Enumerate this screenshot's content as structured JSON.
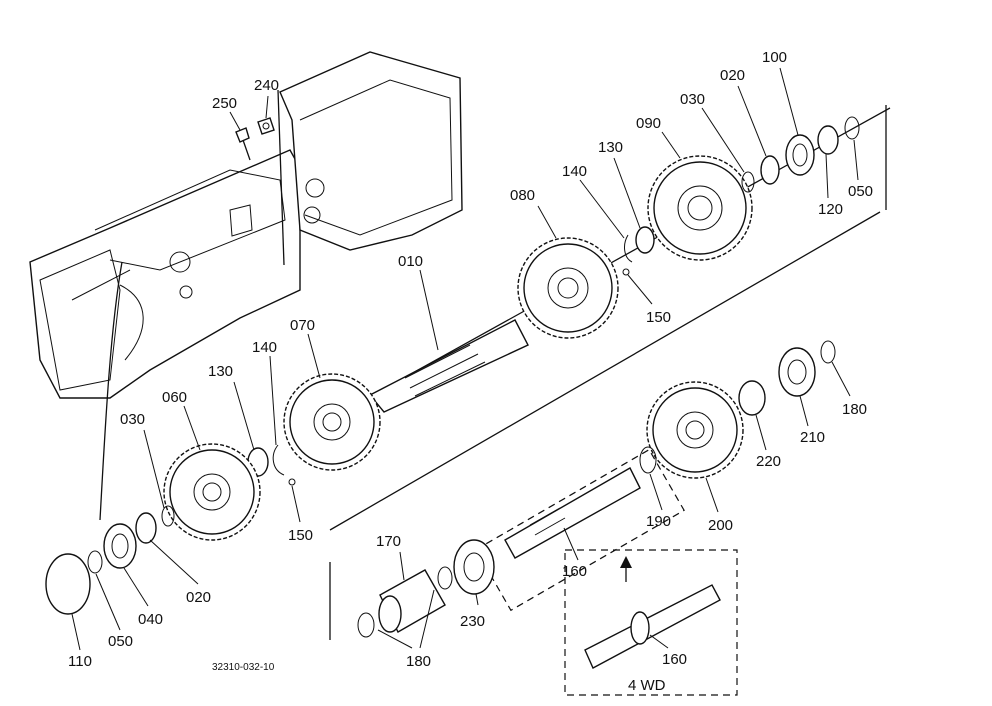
{
  "diagram": {
    "ref_code": "32310-032-10",
    "box_label": "4 WD",
    "callouts": [
      {
        "id": "250",
        "text": "250"
      },
      {
        "id": "240",
        "text": "240"
      },
      {
        "id": "100",
        "text": "100"
      },
      {
        "id": "020a",
        "text": "020"
      },
      {
        "id": "030a",
        "text": "030"
      },
      {
        "id": "090",
        "text": "090"
      },
      {
        "id": "050a",
        "text": "050"
      },
      {
        "id": "120",
        "text": "120"
      },
      {
        "id": "130a",
        "text": "130"
      },
      {
        "id": "140a",
        "text": "140"
      },
      {
        "id": "080",
        "text": "080"
      },
      {
        "id": "010",
        "text": "010"
      },
      {
        "id": "150a",
        "text": "150"
      },
      {
        "id": "070",
        "text": "070"
      },
      {
        "id": "140b",
        "text": "140"
      },
      {
        "id": "130b",
        "text": "130"
      },
      {
        "id": "060",
        "text": "060"
      },
      {
        "id": "030b",
        "text": "030"
      },
      {
        "id": "150b",
        "text": "150"
      },
      {
        "id": "180a",
        "text": "180"
      },
      {
        "id": "210",
        "text": "210"
      },
      {
        "id": "220",
        "text": "220"
      },
      {
        "id": "200",
        "text": "200"
      },
      {
        "id": "190",
        "text": "190"
      },
      {
        "id": "170",
        "text": "170"
      },
      {
        "id": "160a",
        "text": "160"
      },
      {
        "id": "230",
        "text": "230"
      },
      {
        "id": "020b",
        "text": "020"
      },
      {
        "id": "040",
        "text": "040"
      },
      {
        "id": "050b",
        "text": "050"
      },
      {
        "id": "110",
        "text": "110"
      },
      {
        "id": "180b",
        "text": "180"
      },
      {
        "id": "160b",
        "text": "160"
      }
    ]
  }
}
